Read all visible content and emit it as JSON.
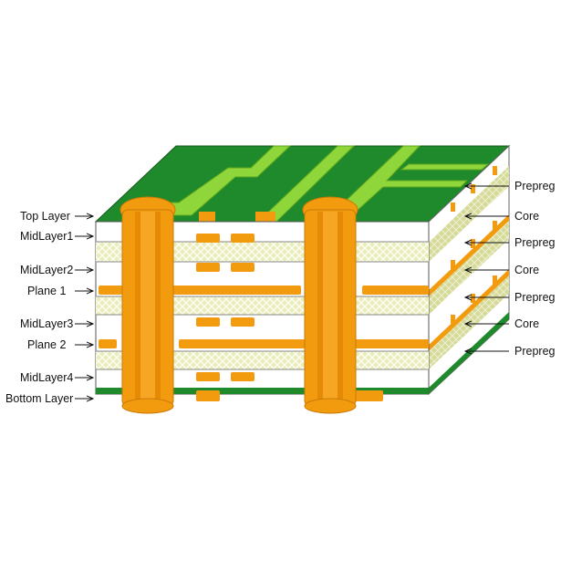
{
  "labels": {
    "left": [
      "Top Layer",
      "MidLayer1",
      "MidLayer2",
      "Plane 1",
      "MidLayer3",
      "Plane 2",
      "MidLayer4",
      "Bottom Layer"
    ],
    "right": [
      "Prepreg",
      "Core",
      "Prepreg",
      "Core",
      "Prepreg",
      "Core",
      "Prepreg"
    ]
  },
  "colors": {
    "solder_mask": "#1f8a2c",
    "solder_mask_dark": "#176b22",
    "trace": "#8fd63a",
    "copper": "#f39b0f",
    "copper_dark": "#c97a05",
    "core": "#ffffff",
    "prepreg": "#e7ebb4",
    "side_white": "#dcdcdc",
    "side_prepreg": "#c9cf8a"
  }
}
